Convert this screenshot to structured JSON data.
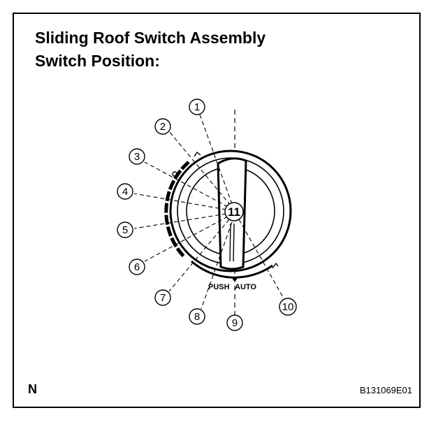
{
  "title": {
    "line1": "Sliding Roof Switch Assembly",
    "line2": "Switch Position:"
  },
  "positions": [
    "1",
    "2",
    "3",
    "4",
    "5",
    "6",
    "7",
    "8",
    "9",
    "10",
    "11"
  ],
  "knob_labels": {
    "push": "PUSH",
    "auto": "AUTO"
  },
  "footer": {
    "left": "N",
    "code": "B131069E01"
  }
}
